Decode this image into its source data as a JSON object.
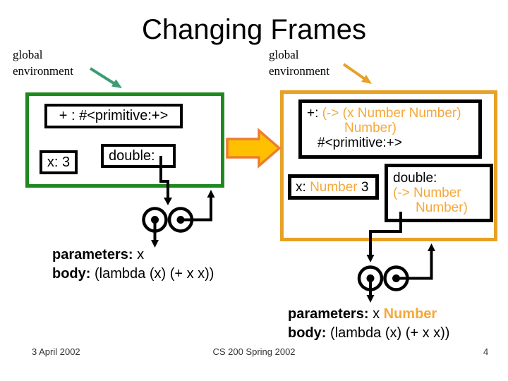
{
  "slide": {
    "title": "Changing Frames",
    "footer": {
      "date": "3 April 2002",
      "course": "CS 200 Spring 2002",
      "page": "4"
    }
  },
  "labels": {
    "global_env_left_line1": "global",
    "global_env_left_line2": "environment",
    "global_env_right_line1": "global",
    "global_env_right_line2": "environment"
  },
  "left_frame": {
    "plus_binding": "+ : #<primitive:+>",
    "x_binding": "x: 3",
    "double_label": "double:"
  },
  "left_procedure": {
    "parameters_label": "parameters:",
    "parameters_value": "x",
    "body_label": "body:",
    "body_value": "(lambda (x) (+ x x))"
  },
  "right_frame": {
    "plus_name": "+:",
    "plus_type_line1": "(-> (x Number Number)",
    "plus_type_line2": "Number)",
    "plus_value": "#<primitive:+>",
    "x_name": "x:",
    "x_type": "Number",
    "x_value": "3",
    "double_name": "double:",
    "double_type_line1": "(-> Number",
    "double_type_line2": "Number)"
  },
  "right_procedure": {
    "parameters_label": "parameters:",
    "parameters_value": "x",
    "parameters_type": "Number",
    "body_label": "body:",
    "body_value": "(lambda (x) (+ x x))"
  },
  "colors": {
    "frame_green_border": "#1E8A1E",
    "label_arrow_green": "#3D9C72",
    "frame_orange_border": "#E8A125",
    "type_text_orange": "#F5A83B",
    "block_arrow_fill": "#FFC000",
    "block_arrow_stroke": "#ED7D31"
  }
}
